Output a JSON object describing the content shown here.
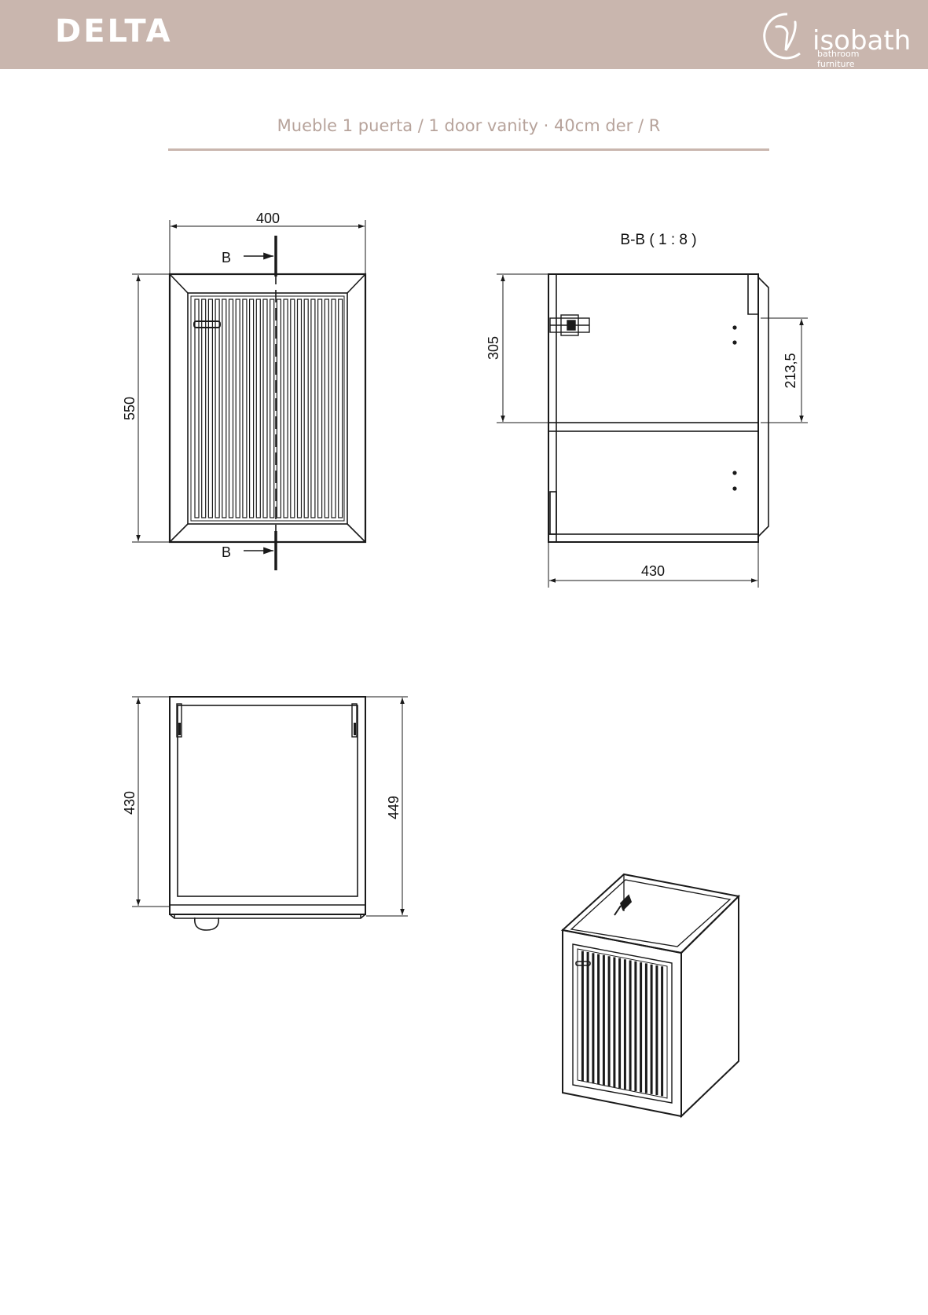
{
  "header": {
    "title": "DELTA"
  },
  "logo": {
    "wordmark": "isobath",
    "tagline": "bathroom furniture",
    "mark": "circle-v-logo"
  },
  "subtitle": "Mueble 1 puerta / 1 door vanity ·  40cm der / R",
  "colors": {
    "header_bg": "#c9b6ae",
    "subtitle_text": "#b7a39b",
    "rule": "#c9b6ae",
    "line": "#1a1a1a"
  },
  "front_view": {
    "width": "400",
    "height": "550",
    "section_mark_top": "B",
    "section_mark_bottom": "B"
  },
  "section_view": {
    "title": "B-B ( 1 : 8 )",
    "depth": "430",
    "upper_height": "305",
    "hinge_height": "213,5"
  },
  "plan_view": {
    "inner_depth": "430",
    "overall_depth": "449"
  },
  "isometric_view": {
    "icon": "vanity-isometric-icon"
  }
}
